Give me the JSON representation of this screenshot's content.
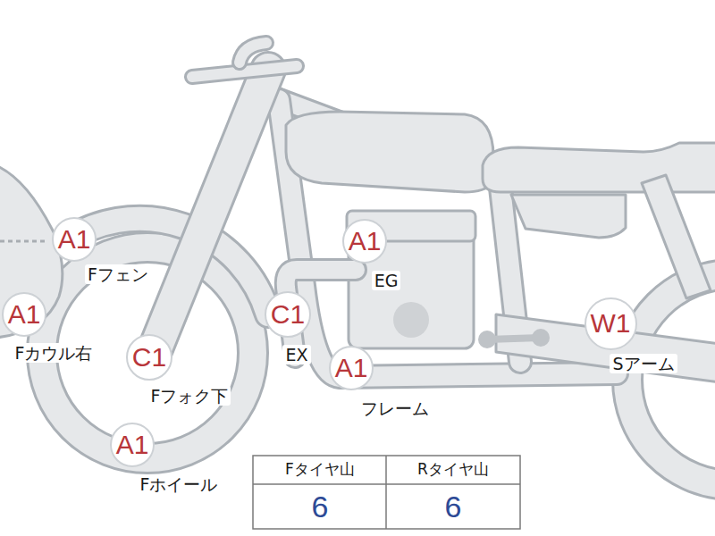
{
  "diagram": {
    "nodes": [
      {
        "text": [
          "A1",
          "Fフェン"
        ]
      },
      {
        "text": [
          "A1",
          "EG"
        ]
      },
      {
        "text": [
          "A1",
          "Fカウル右"
        ]
      },
      {
        "text": [
          "C1",
          "EX"
        ]
      },
      {
        "text": [
          "W1",
          "Sアーム"
        ]
      },
      {
        "text": [
          "C1",
          "Fフォク下"
        ]
      },
      {
        "text": [
          "A1",
          "フレーム"
        ]
      },
      {
        "text": [
          "A1",
          "Fホイール"
        ]
      }
    ],
    "labels": [
      "Fタイヤ山",
      "Rタイヤ山",
      "6",
      "6"
    ]
  }
}
